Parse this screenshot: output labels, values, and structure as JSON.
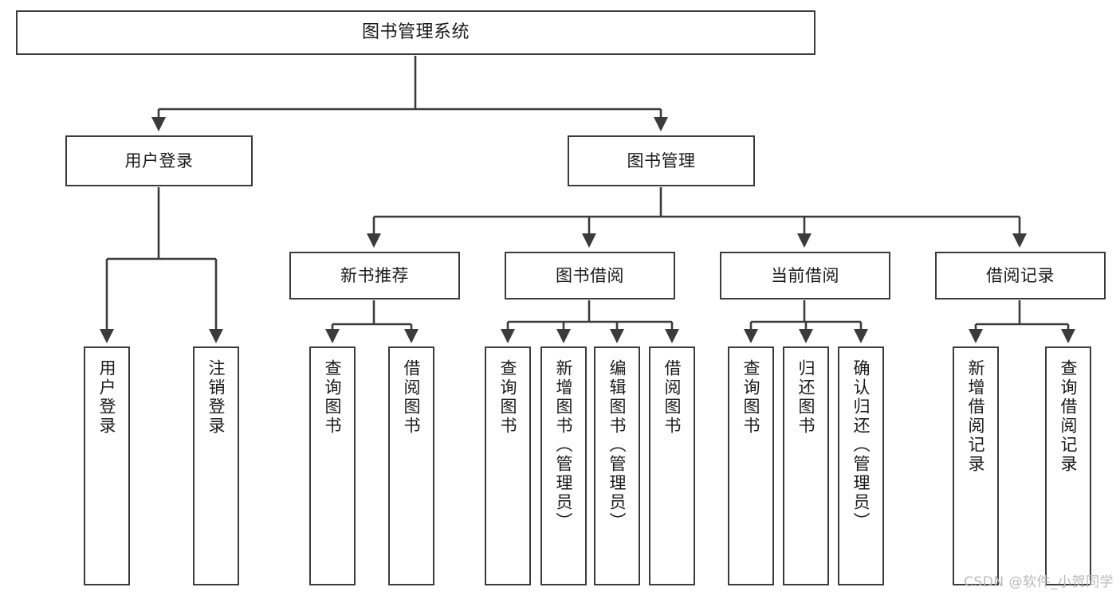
{
  "diagram": {
    "type": "tree",
    "title": "图书管理系统",
    "watermark": "CSDN @软件_小贺同学",
    "colors": {
      "node_border": "#3b3b3b",
      "node_fill": "#ffffff",
      "edge": "#3b3b3b",
      "text": "#1a1a1a",
      "watermark": "#b9b9b9"
    },
    "nodes": {
      "root": {
        "label": "图书管理系统"
      },
      "level2": [
        {
          "id": "user-login",
          "label": "用户登录"
        },
        {
          "id": "book-manage",
          "label": "图书管理"
        }
      ],
      "level3": [
        {
          "id": "new-book-rec",
          "label": "新书推荐"
        },
        {
          "id": "book-borrow",
          "label": "图书借阅"
        },
        {
          "id": "current-borrow",
          "label": "当前借阅"
        },
        {
          "id": "borrow-record",
          "label": "借阅记录"
        }
      ],
      "leaves": {
        "user-login": [
          {
            "id": "leaf-user-login",
            "label": "用户登录"
          },
          {
            "id": "leaf-user-logout",
            "label": "注销登录"
          }
        ],
        "new-book-rec": [
          {
            "id": "leaf-query-book-1",
            "label": "查询图书"
          },
          {
            "id": "leaf-borrow-book-1",
            "label": "借阅图书"
          }
        ],
        "book-borrow": [
          {
            "id": "leaf-query-book-2",
            "label": "查询图书"
          },
          {
            "id": "leaf-add-book",
            "label": "新增图书（管理员）"
          },
          {
            "id": "leaf-edit-book",
            "label": "编辑图书（管理员）"
          },
          {
            "id": "leaf-borrow-book-2",
            "label": "借阅图书"
          }
        ],
        "current-borrow": [
          {
            "id": "leaf-query-book-3",
            "label": "查询图书"
          },
          {
            "id": "leaf-return-book",
            "label": "归还图书"
          },
          {
            "id": "leaf-confirm-return",
            "label": "确认归还（管理员）"
          }
        ],
        "borrow-record": [
          {
            "id": "leaf-add-record",
            "label": "新增借阅记录"
          },
          {
            "id": "leaf-query-record",
            "label": "查询借阅记录"
          }
        ]
      }
    }
  }
}
